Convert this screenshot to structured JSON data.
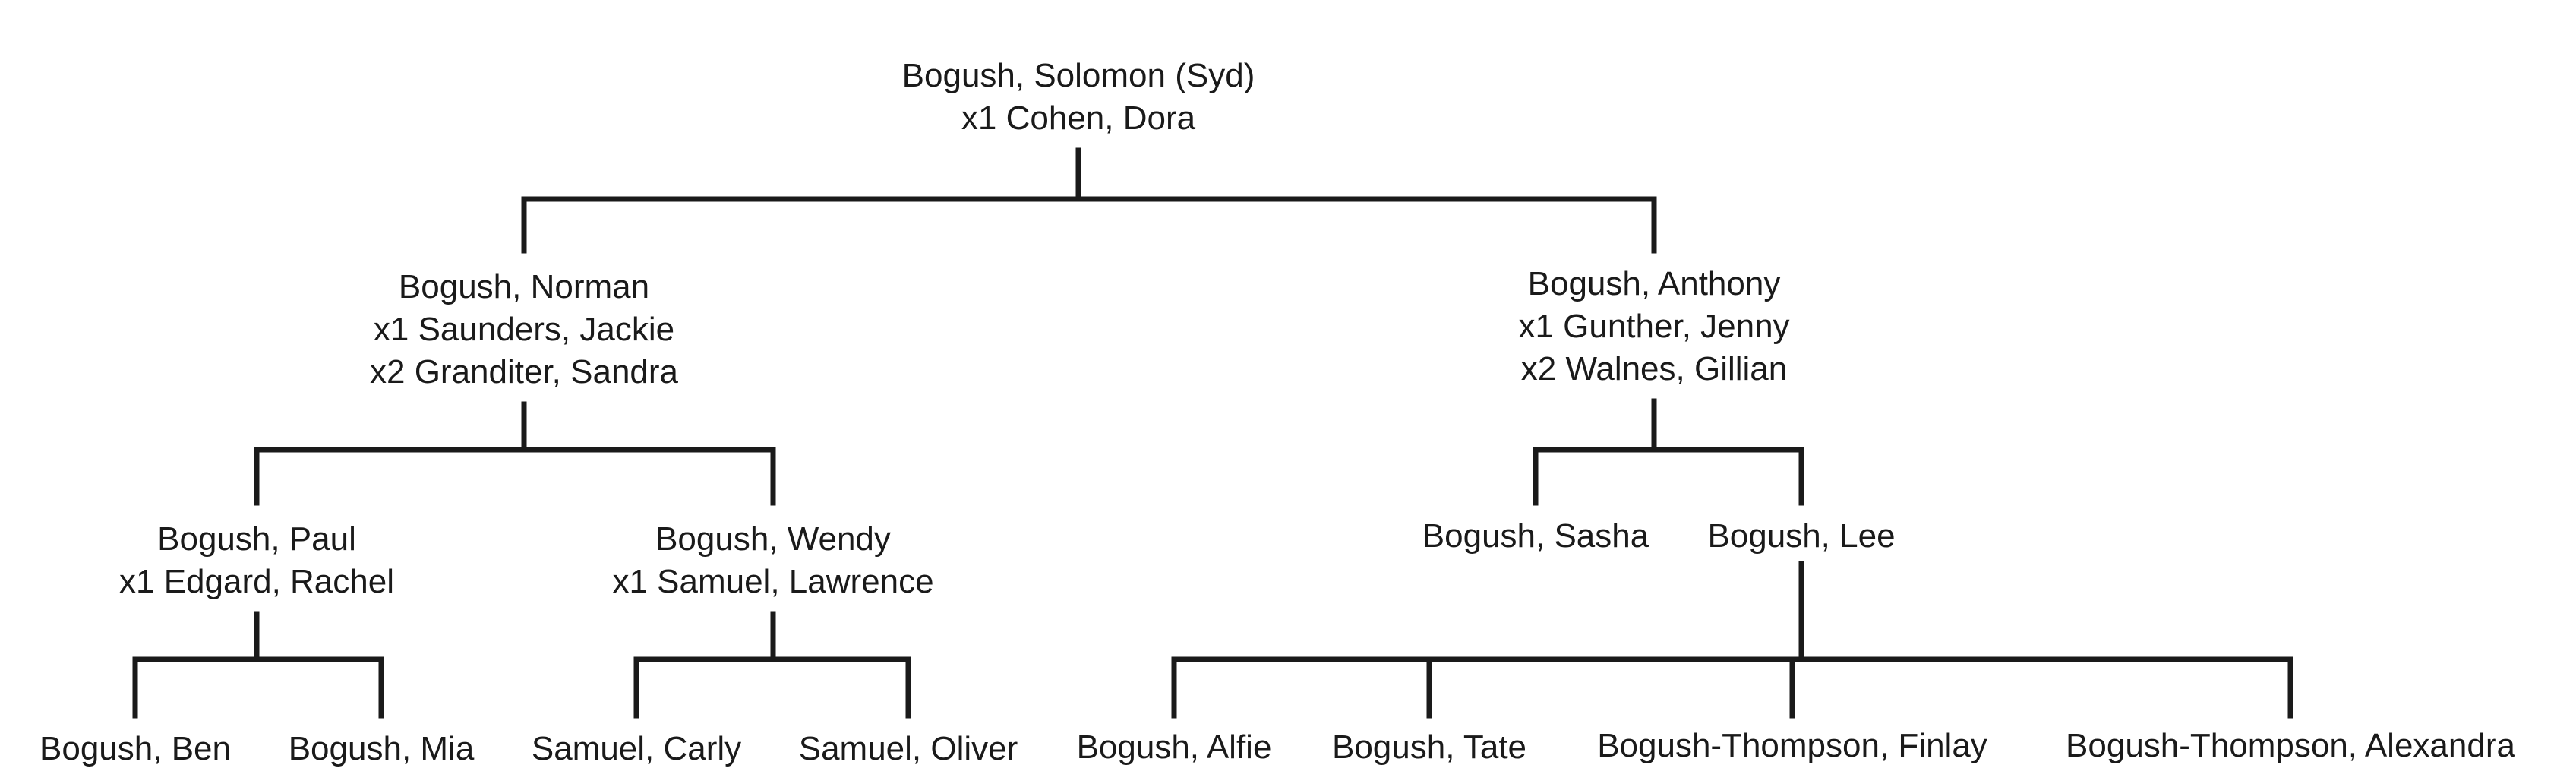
{
  "tree": {
    "root": [
      "Bogush, Solomon (Syd)",
      "x1 Cohen, Dora"
    ],
    "norman": [
      "Bogush, Norman",
      "x1 Saunders, Jackie",
      "x2 Granditer, Sandra"
    ],
    "anthony": [
      "Bogush, Anthony",
      "x1 Gunther, Jenny",
      "x2 Walnes, Gillian"
    ],
    "paul": [
      "Bogush, Paul",
      "x1 Edgard, Rachel"
    ],
    "wendy": [
      "Bogush, Wendy",
      "x1 Samuel, Lawrence"
    ],
    "sasha": [
      "Bogush, Sasha"
    ],
    "lee": [
      "Bogush, Lee"
    ],
    "ben": [
      "Bogush, Ben"
    ],
    "mia": [
      "Bogush, Mia"
    ],
    "carly": [
      "Samuel, Carly"
    ],
    "oliver": [
      "Samuel, Oliver"
    ],
    "alfie": [
      "Bogush, Alfie"
    ],
    "tate": [
      "Bogush, Tate"
    ],
    "finlay": [
      "Bogush-Thompson, Finlay"
    ],
    "alexandra": [
      "Bogush-Thompson, Alexandra"
    ]
  },
  "colors": {
    "ink": "#1a1a1a",
    "background": "#ffffff"
  }
}
